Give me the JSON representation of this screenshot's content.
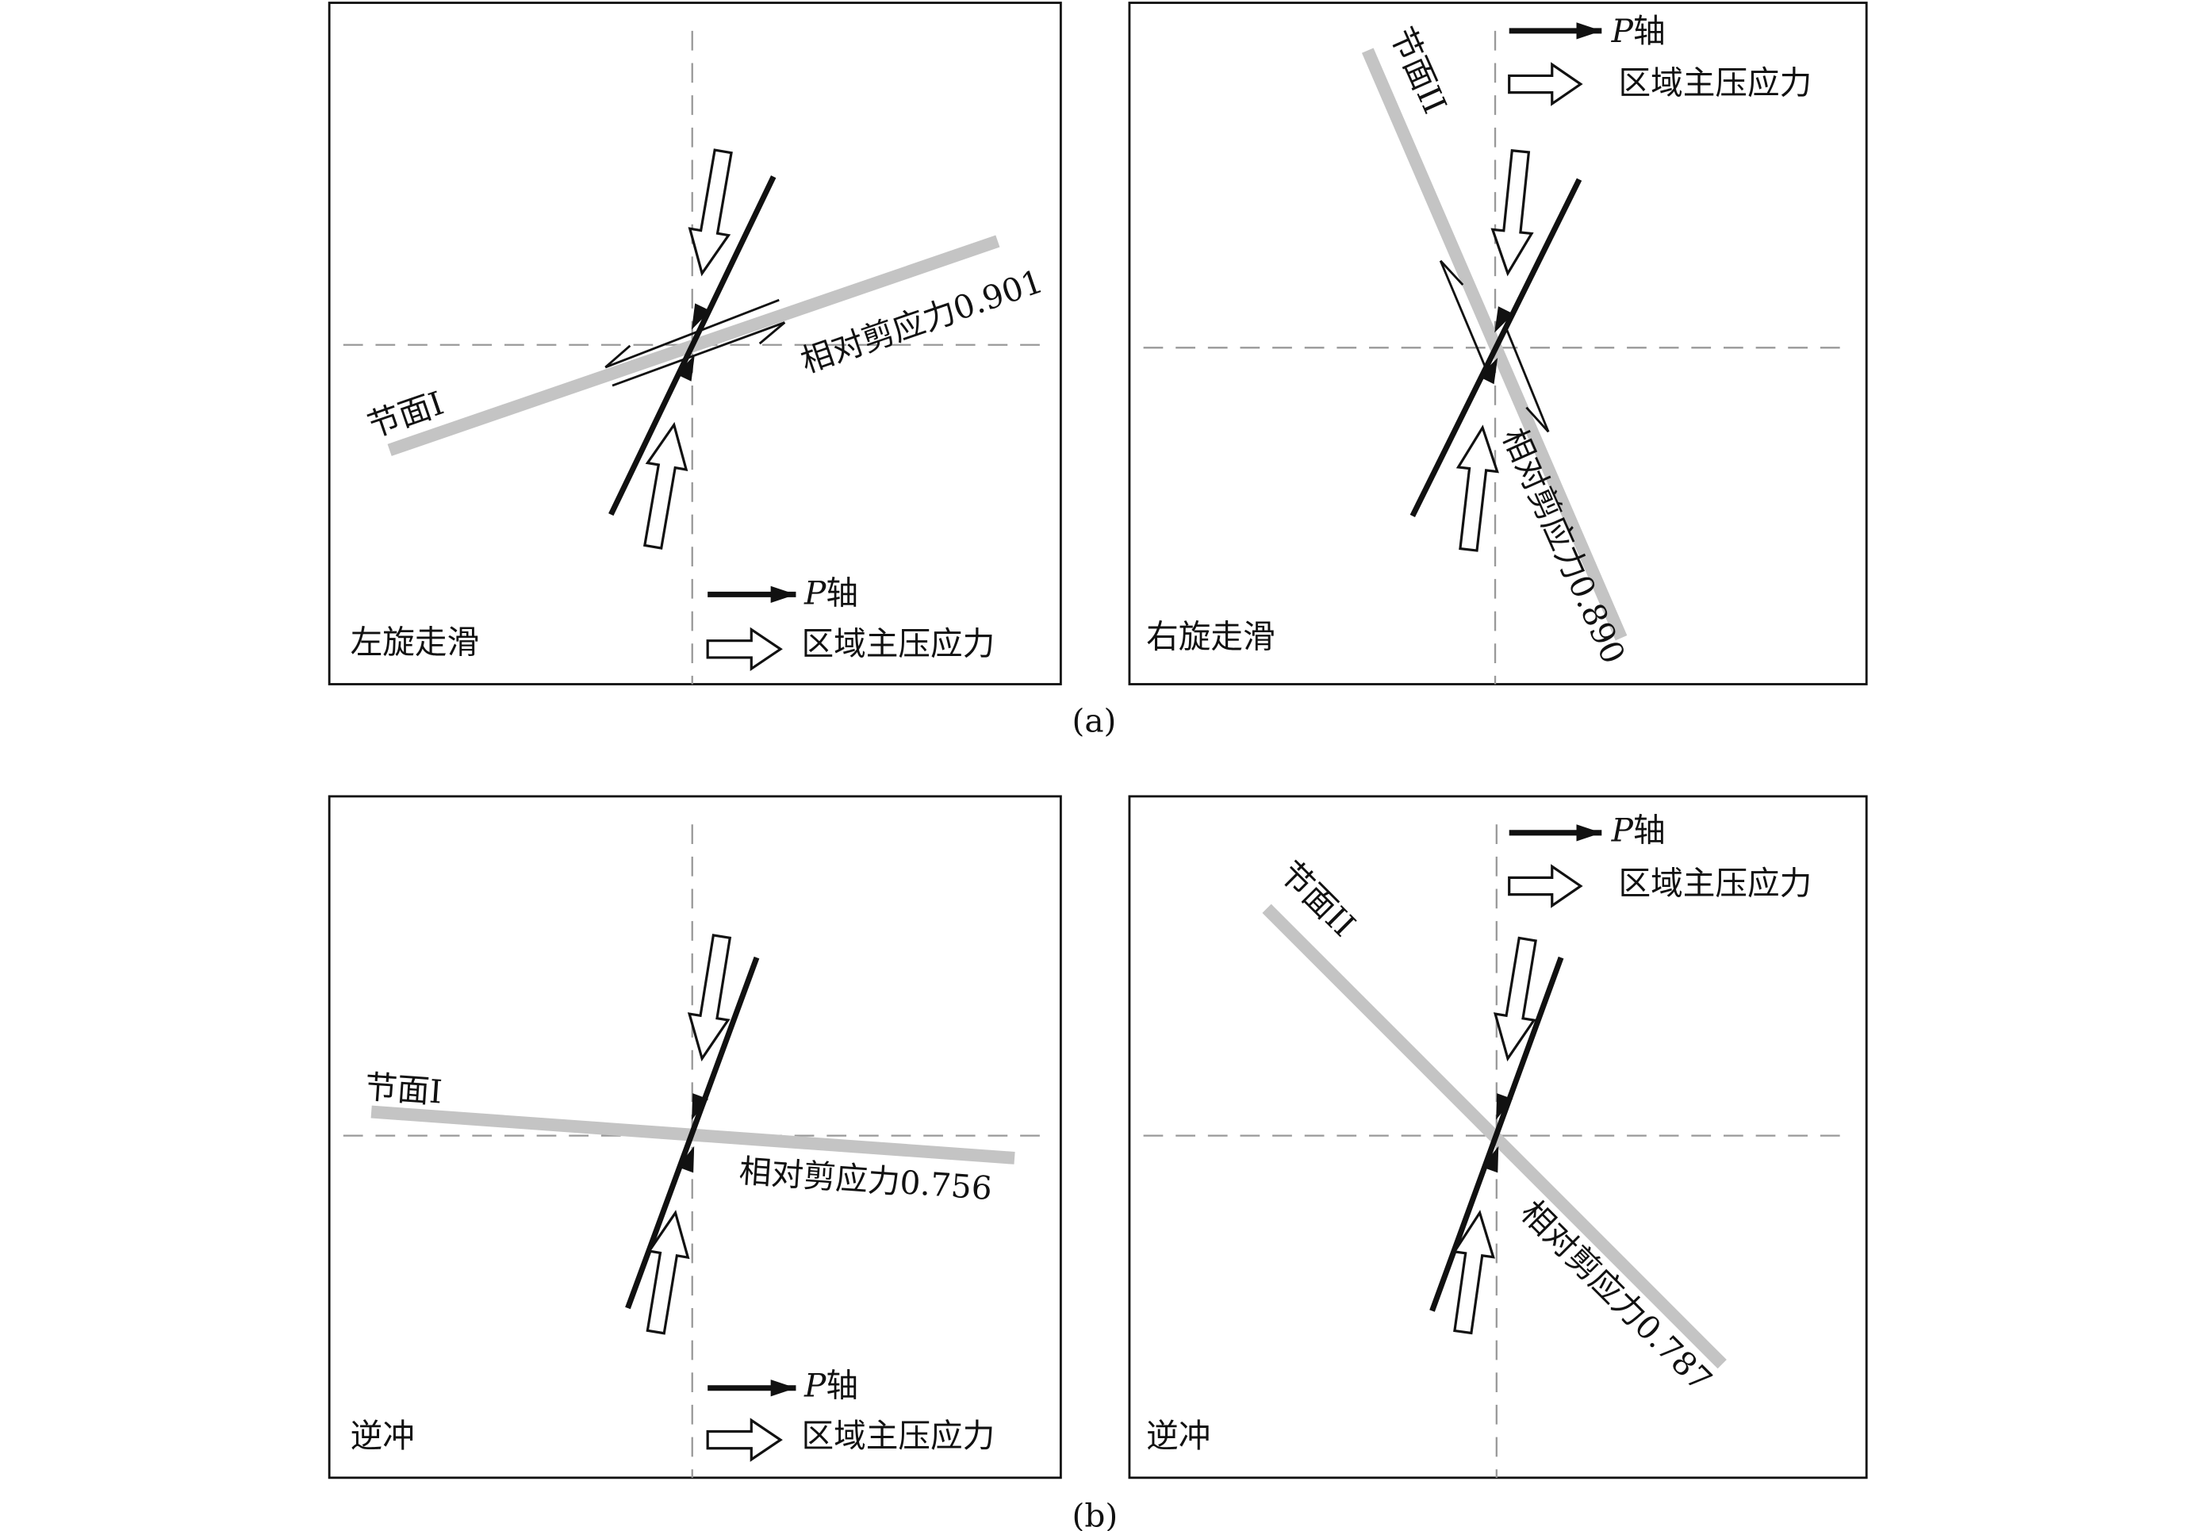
{
  "panels": [
    {
      "plane_label": "节面I",
      "shear_label": "相对剪应力0.901",
      "type_label": "左旋走滑",
      "legend": {
        "p_axis_var": "P",
        "p_axis_suffix": "轴",
        "stress": "区域主压应力"
      }
    },
    {
      "plane_label": "节面II",
      "shear_label": "相对剪应力0.890",
      "type_label": "右旋走滑",
      "legend": {
        "p_axis_var": "P",
        "p_axis_suffix": "轴",
        "stress": "区域主压应力"
      }
    },
    {
      "plane_label": "节面I",
      "shear_label": "相对剪应力0.756",
      "type_label": "逆冲",
      "legend": {
        "p_axis_var": "P",
        "p_axis_suffix": "轴",
        "stress": "区域主压应力"
      }
    },
    {
      "plane_label": "节面II",
      "shear_label": "相对剪应力0.787",
      "type_label": "逆冲",
      "legend": {
        "p_axis_var": "P",
        "p_axis_suffix": "轴",
        "stress": "区域主压应力"
      }
    }
  ],
  "captions": {
    "a": "(a)",
    "b": "(b)"
  },
  "shear_values": [
    0.901,
    0.89,
    0.756,
    0.787
  ],
  "colors": {
    "plane": "#c4c4c4",
    "axis": "#111111",
    "guide": "#999999"
  }
}
